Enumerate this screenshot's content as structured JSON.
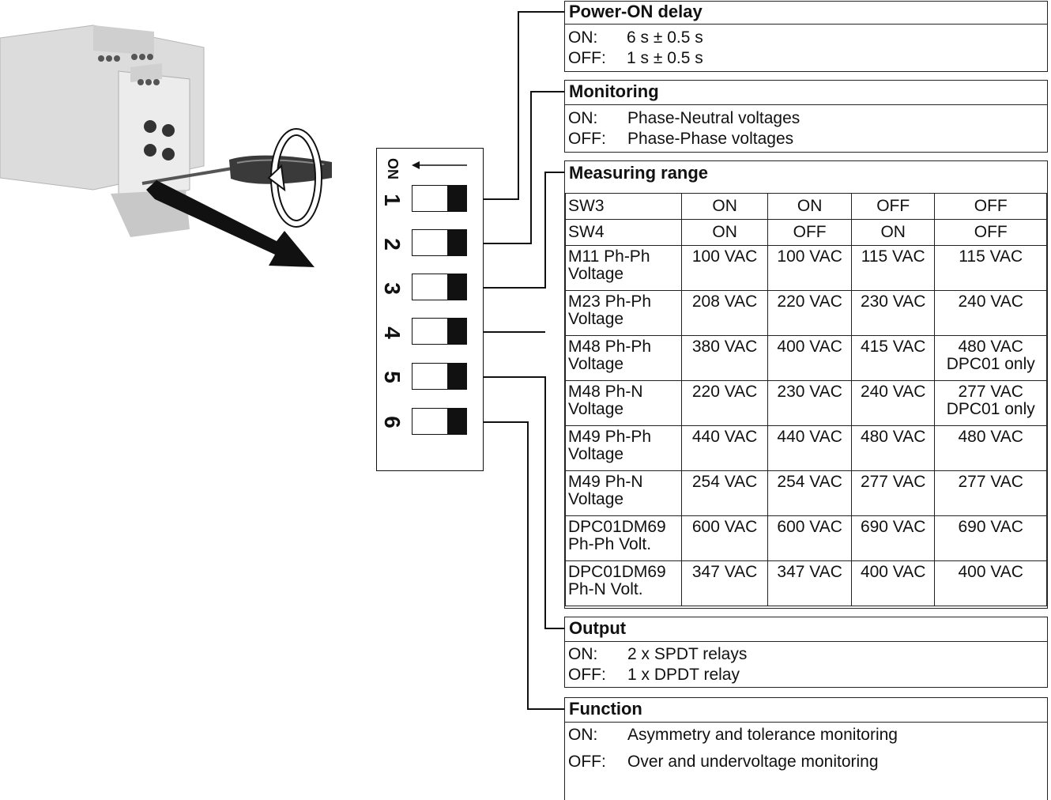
{
  "dip_switch": {
    "on_label": "ON",
    "numbers": [
      "1",
      "2",
      "3",
      "4",
      "5",
      "6"
    ]
  },
  "power_on_delay": {
    "title": "Power-ON delay",
    "rows": [
      {
        "key": "ON:",
        "value": "6 s ± 0.5 s"
      },
      {
        "key": "OFF:",
        "value": "1 s ± 0.5 s"
      }
    ]
  },
  "monitoring": {
    "title": "Monitoring",
    "rows": [
      {
        "key": "ON:",
        "value": "Phase-Neutral voltages"
      },
      {
        "key": "OFF:",
        "value": "Phase-Phase voltages"
      }
    ]
  },
  "measuring_range": {
    "title": "Measuring range",
    "rows": [
      {
        "label": "SW3",
        "cells": [
          "ON",
          "ON",
          "OFF",
          "OFF"
        ]
      },
      {
        "label": "SW4",
        "cells": [
          "ON",
          "OFF",
          "ON",
          "OFF"
        ]
      },
      {
        "label": "M11 Ph-Ph\nVoltage",
        "cells": [
          "100 VAC",
          "100 VAC",
          "115 VAC",
          "115 VAC"
        ]
      },
      {
        "label": "M23 Ph-Ph\nVoltage",
        "cells": [
          "208 VAC",
          "220 VAC",
          "230 VAC",
          "240 VAC"
        ]
      },
      {
        "label": "M48 Ph-Ph\nVoltage",
        "cells": [
          "380 VAC",
          "400 VAC",
          "415 VAC",
          "480 VAC\nDPC01 only"
        ]
      },
      {
        "label": "M48 Ph-N\nVoltage",
        "cells": [
          "220 VAC",
          "230 VAC",
          "240 VAC",
          "277 VAC\nDPC01 only"
        ]
      },
      {
        "label": "M49 Ph-Ph\nVoltage",
        "cells": [
          "440 VAC",
          "440 VAC",
          "480 VAC",
          "480 VAC"
        ]
      },
      {
        "label": "M49 Ph-N\nVoltage",
        "cells": [
          "254 VAC",
          "254 VAC",
          "277 VAC",
          "277 VAC"
        ]
      },
      {
        "label": "DPC01DM69\nPh-Ph Volt.",
        "cells": [
          "600 VAC",
          "600 VAC",
          "690 VAC",
          "690 VAC"
        ]
      },
      {
        "label": "DPC01DM69\nPh-N Volt.",
        "cells": [
          "347 VAC",
          "347 VAC",
          "400 VAC",
          "400 VAC"
        ]
      }
    ]
  },
  "output": {
    "title": "Output",
    "rows": [
      {
        "key": "ON:",
        "value": "2 x SPDT relays"
      },
      {
        "key": "OFF:",
        "value": "1 x DPDT relay"
      }
    ]
  },
  "function": {
    "title": "Function",
    "rows": [
      {
        "key": "ON:",
        "value": "Asymmetry and tolerance monitoring"
      },
      {
        "key": "OFF:",
        "value": "Over and undervoltage monitoring"
      }
    ]
  },
  "colors": {
    "line": "#111111",
    "device": "#e6e6e6"
  }
}
